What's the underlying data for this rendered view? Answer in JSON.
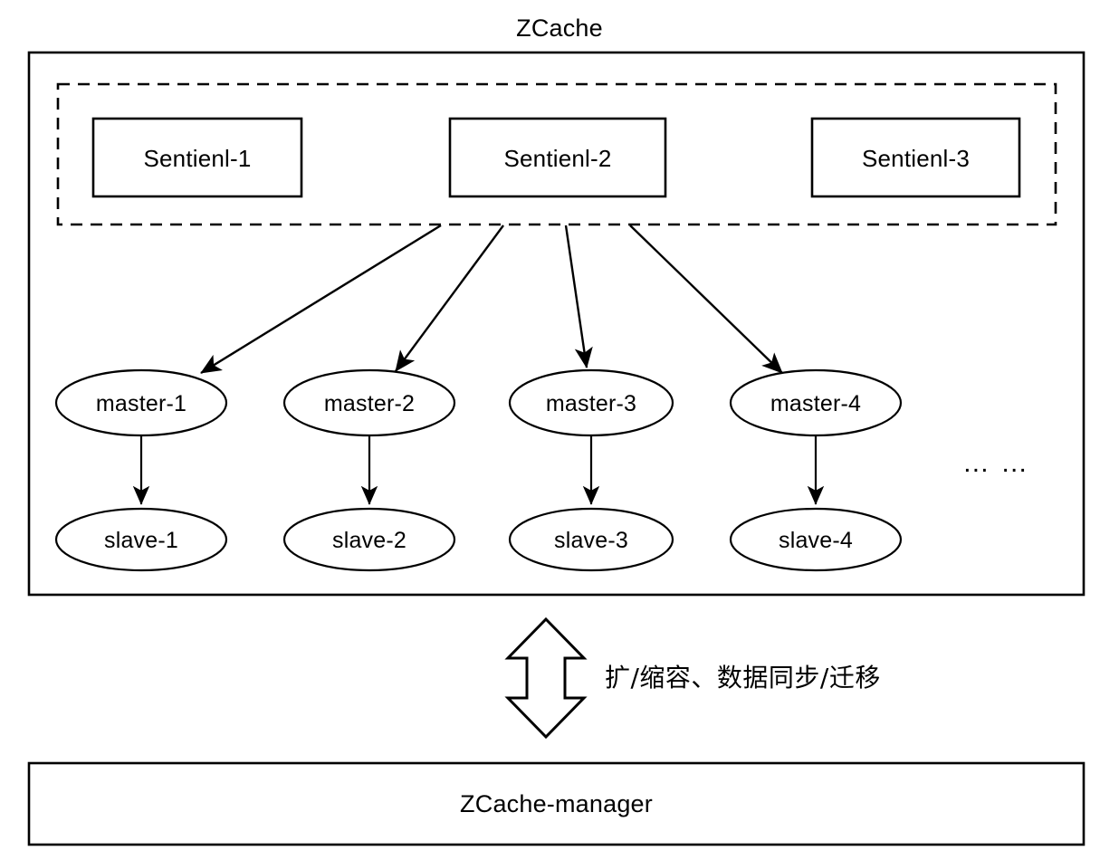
{
  "diagram": {
    "title": "ZCache",
    "sentinel_group": {
      "style": "dashed",
      "items": [
        {
          "label": "Sentienl-1"
        },
        {
          "label": "Sentienl-2"
        },
        {
          "label": "Sentienl-3"
        }
      ]
    },
    "masters": [
      {
        "label": "master-1"
      },
      {
        "label": "master-2"
      },
      {
        "label": "master-3"
      },
      {
        "label": "master-4"
      }
    ],
    "slaves": [
      {
        "label": "slave-1"
      },
      {
        "label": "slave-2"
      },
      {
        "label": "slave-3"
      },
      {
        "label": "slave-4"
      }
    ],
    "more_indicator": "… …",
    "sync_label": "扩/缩容、数据同步/迁移",
    "manager": {
      "label": "ZCache-manager"
    },
    "colors": {
      "stroke": "#000000",
      "fill": "#ffffff",
      "background": "#ffffff"
    },
    "icons": {
      "double_arrow": "double-headed-vertical-arrow",
      "edge_arrow": "arrowhead"
    }
  }
}
